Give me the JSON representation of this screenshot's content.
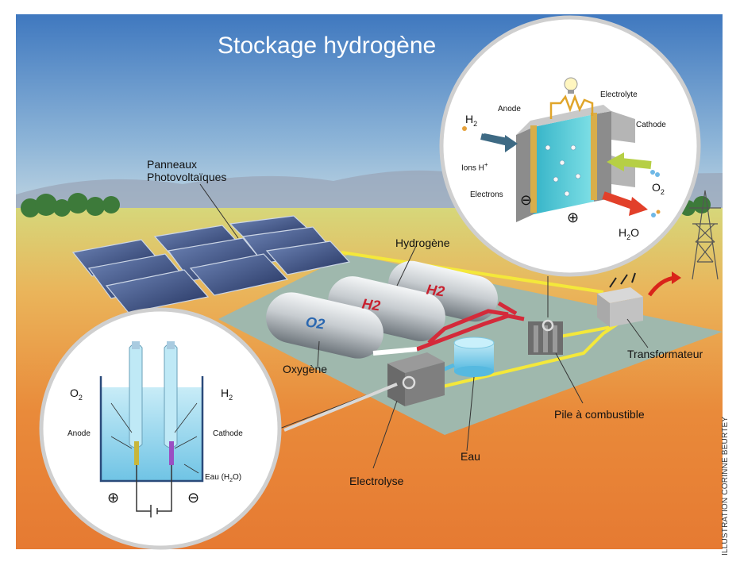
{
  "title": "Stockage hydrogène",
  "credit": "ILLUSTRATION CORINNE BEURTEY",
  "labels": {
    "panneaux_line1": "Panneaux",
    "panneaux_line2": "Photovoltaïques",
    "hydrogene": "Hydrogène",
    "oxygene": "Oxygène",
    "transformateur": "Transformateur",
    "pile": "Pile à combustible",
    "eau": "Eau",
    "electrolyse": "Electrolyse"
  },
  "tanks": {
    "o2": "O2",
    "h2_front": "H2",
    "h2_back": "H2"
  },
  "fuel_cell_inset": {
    "anode": "Anode",
    "electrolyte": "Electrolyte",
    "cathode": "Cathode",
    "h2_base": "H",
    "h2_sub": "2",
    "ions_prefix": "Ions H",
    "ions_sup": "+",
    "electrons": "Electrons",
    "o2_base": "O",
    "o2_sub": "2",
    "h2o_h": "H",
    "h2o_sub": "2",
    "h2o_o": "O",
    "minus": "⊖",
    "plus": "⊕"
  },
  "electrolysis_inset": {
    "o2_base": "O",
    "o2_sub": "2",
    "h2_base": "H",
    "h2_sub": "2",
    "anode": "Anode",
    "cathode": "Cathode",
    "eau_prefix": "Eau (H",
    "eau_sub": "2",
    "eau_suffix": "O)",
    "plus": "⊕",
    "minus": "⊖"
  },
  "colors": {
    "sky_top": "#4f86c6",
    "sky_bottom": "#d9e6ea",
    "ground_orange": "#e9833a",
    "ground_green": "#c7d36a",
    "platform": "#9fb9b0",
    "hydrogen_pipe": "#d42a3a",
    "power_line": "#f2e43a",
    "water": "#7fd0ea",
    "panel_blue": "#2f3f6e"
  }
}
